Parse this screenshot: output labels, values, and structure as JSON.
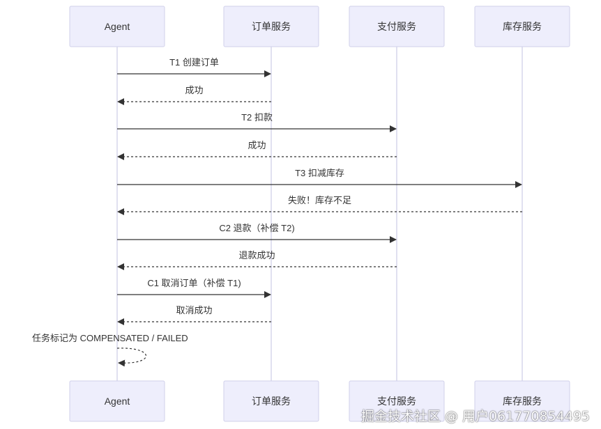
{
  "colors": {
    "actor_fill": "#eeeefc",
    "actor_stroke": "#d0d0ea",
    "lifeline": "#d6d6ec",
    "arrow": "#333333",
    "text": "#333333"
  },
  "participants": [
    {
      "id": "agent",
      "label": "Agent"
    },
    {
      "id": "order",
      "label": "订单服务"
    },
    {
      "id": "payment",
      "label": "支付服务"
    },
    {
      "id": "inventory",
      "label": "库存服务"
    }
  ],
  "messages": [
    {
      "from": "agent",
      "to": "order",
      "label": "T1 创建订单",
      "style": "solid"
    },
    {
      "from": "order",
      "to": "agent",
      "label": "成功",
      "style": "dashed"
    },
    {
      "from": "agent",
      "to": "payment",
      "label": "T2 扣款",
      "style": "solid"
    },
    {
      "from": "payment",
      "to": "agent",
      "label": "成功",
      "style": "dashed"
    },
    {
      "from": "agent",
      "to": "inventory",
      "label": "T3 扣减库存",
      "style": "solid"
    },
    {
      "from": "inventory",
      "to": "agent",
      "label": "失败！库存不足",
      "style": "dashed"
    },
    {
      "from": "agent",
      "to": "payment",
      "label": "C2 退款（补偿 T2)",
      "style": "solid"
    },
    {
      "from": "payment",
      "to": "agent",
      "label": "退款成功",
      "style": "dashed"
    },
    {
      "from": "agent",
      "to": "order",
      "label": "C1 取消订单（补偿 T1)",
      "style": "solid"
    },
    {
      "from": "order",
      "to": "agent",
      "label": "取消成功",
      "style": "dashed"
    },
    {
      "from": "agent",
      "to": "agent",
      "label": "任务标记为 COMPENSATED / FAILED",
      "style": "dashed"
    }
  ],
  "watermark": "掘金技术社区 @ 用户061770854495"
}
